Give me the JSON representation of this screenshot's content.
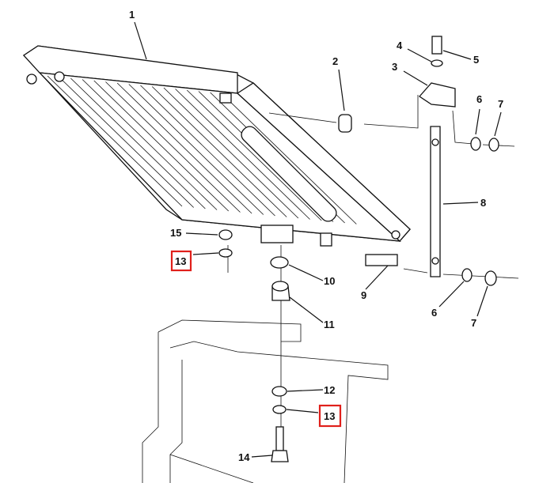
{
  "diagram": {
    "callouts": {
      "c1": "1",
      "c2": "2",
      "c3": "3",
      "c4": "4",
      "c5": "5",
      "c6a": "6",
      "c7a": "7",
      "c8": "8",
      "c9": "9",
      "c10": "10",
      "c11": "11",
      "c12": "12",
      "c13a": "13",
      "c13b": "13",
      "c14": "14",
      "c15": "15",
      "c6b": "6",
      "c7b": "7"
    },
    "highlight_color": "#e0201b"
  }
}
